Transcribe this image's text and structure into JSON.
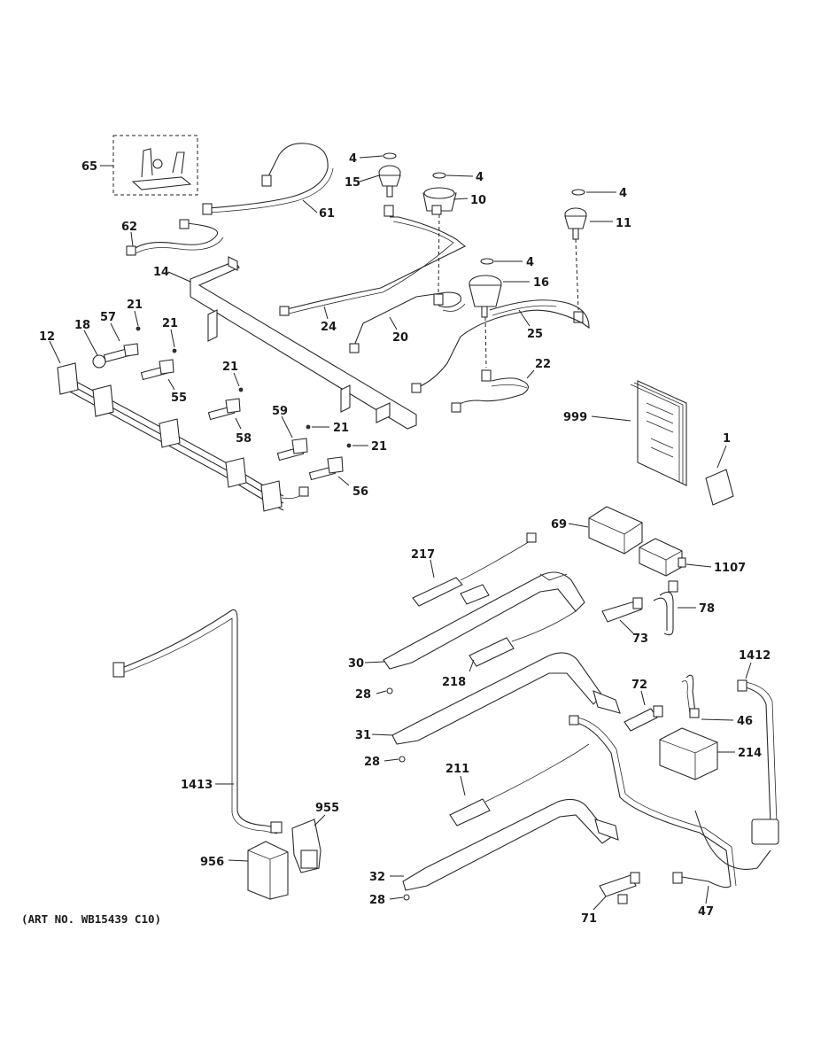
{
  "art_number": "(ART NO. WB15439 C10)",
  "callouts": [
    {
      "id": "c-65",
      "text": "65"
    },
    {
      "id": "c-61",
      "text": "61"
    },
    {
      "id": "c-62",
      "text": "62"
    },
    {
      "id": "c-14",
      "text": "14"
    },
    {
      "id": "c-4a",
      "text": "4"
    },
    {
      "id": "c-15",
      "text": "15"
    },
    {
      "id": "c-4b",
      "text": "4"
    },
    {
      "id": "c-10",
      "text": "10"
    },
    {
      "id": "c-4c",
      "text": "4"
    },
    {
      "id": "c-11",
      "text": "11"
    },
    {
      "id": "c-4d",
      "text": "4"
    },
    {
      "id": "c-16",
      "text": "16"
    },
    {
      "id": "c-24",
      "text": "24"
    },
    {
      "id": "c-20",
      "text": "20"
    },
    {
      "id": "c-25",
      "text": "25"
    },
    {
      "id": "c-22",
      "text": "22"
    },
    {
      "id": "c-12",
      "text": "12"
    },
    {
      "id": "c-18",
      "text": "18"
    },
    {
      "id": "c-57",
      "text": "57"
    },
    {
      "id": "c-21a",
      "text": "21"
    },
    {
      "id": "c-21b",
      "text": "21"
    },
    {
      "id": "c-55",
      "text": "55"
    },
    {
      "id": "c-21c",
      "text": "21"
    },
    {
      "id": "c-58",
      "text": "58"
    },
    {
      "id": "c-59",
      "text": "59"
    },
    {
      "id": "c-21d",
      "text": "21"
    },
    {
      "id": "c-21e",
      "text": "21"
    },
    {
      "id": "c-56",
      "text": "56"
    },
    {
      "id": "c-999",
      "text": "999"
    },
    {
      "id": "c-1",
      "text": "1"
    },
    {
      "id": "c-69",
      "text": "69"
    },
    {
      "id": "c-217",
      "text": "217"
    },
    {
      "id": "c-1107",
      "text": "1107"
    },
    {
      "id": "c-78",
      "text": "78"
    },
    {
      "id": "c-73",
      "text": "73"
    },
    {
      "id": "c-30",
      "text": "30"
    },
    {
      "id": "c-218",
      "text": "218"
    },
    {
      "id": "c-28a",
      "text": "28"
    },
    {
      "id": "c-72",
      "text": "72"
    },
    {
      "id": "c-1412",
      "text": "1412"
    },
    {
      "id": "c-46",
      "text": "46"
    },
    {
      "id": "c-31",
      "text": "31"
    },
    {
      "id": "c-214",
      "text": "214"
    },
    {
      "id": "c-28b",
      "text": "28"
    },
    {
      "id": "c-211",
      "text": "211"
    },
    {
      "id": "c-1413",
      "text": "1413"
    },
    {
      "id": "c-955",
      "text": "955"
    },
    {
      "id": "c-956",
      "text": "956"
    },
    {
      "id": "c-32",
      "text": "32"
    },
    {
      "id": "c-28c",
      "text": "28"
    },
    {
      "id": "c-47",
      "text": "47"
    },
    {
      "id": "c-71",
      "text": "71"
    }
  ]
}
